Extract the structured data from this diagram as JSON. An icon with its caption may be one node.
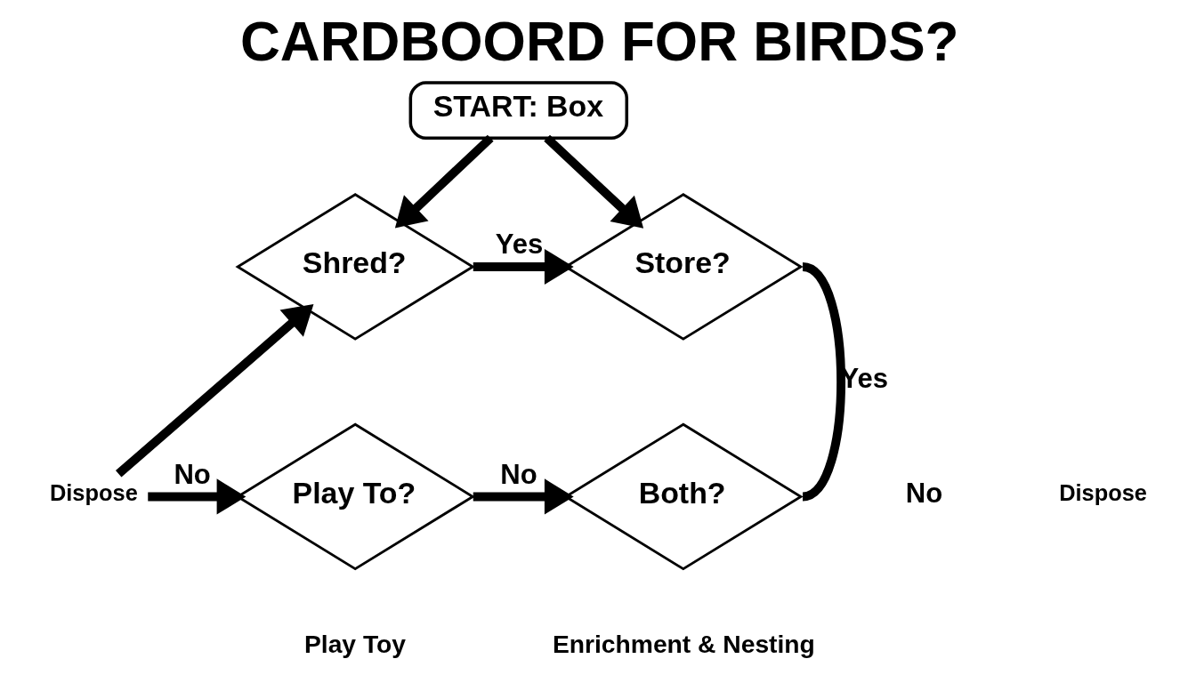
{
  "diagram": {
    "title": "CARDBOORD FOR BIRDS?",
    "nodes": [
      {
        "text": [
          "START: Box"
        ]
      },
      {
        "text": [
          "Shred?"
        ]
      },
      {
        "text": [
          "Store?"
        ]
      },
      {
        "text": [
          "Dispose"
        ]
      },
      {
        "text": [
          "Play To?"
        ],
        "beside": [
          "Play Toy"
        ]
      },
      {
        "text": [
          "Both?"
        ],
        "beside": [
          "Enrichment & Nesting"
        ]
      },
      {
        "text": [
          "Dispose"
        ]
      }
    ],
    "edges": [
      {
        "from": 0,
        "to": 1,
        "arrow": "to"
      },
      {
        "from": 0,
        "to": 2,
        "arrow": "to"
      },
      {
        "from": 1,
        "to": 2,
        "arrow": "to",
        "label": "Yes"
      },
      {
        "from": 3,
        "to": 1,
        "arrow": "to"
      },
      {
        "from": 3,
        "to": 4,
        "arrow": "to",
        "label": "No"
      },
      {
        "from": 4,
        "to": 5,
        "arrow": "to",
        "label": "No"
      },
      {
        "from": 2,
        "to": 5,
        "arrow": "none",
        "label": "Yes"
      }
    ],
    "labels": [
      "No"
    ]
  }
}
